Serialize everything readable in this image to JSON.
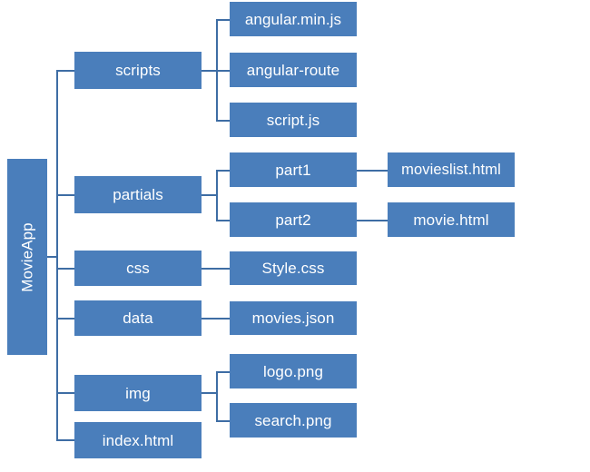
{
  "diagram": {
    "title": "MovieApp folder structure tree",
    "type": "tree",
    "colors": {
      "node_fill": "#4a7ebb",
      "node_text": "#ffffff",
      "connector": "#3e6da4",
      "background": "#ffffff"
    },
    "root": {
      "label": "MovieApp",
      "orientation": "vertical-rotated"
    },
    "level1": [
      {
        "label": "scripts"
      },
      {
        "label": "partials"
      },
      {
        "label": "css"
      },
      {
        "label": "data"
      },
      {
        "label": "img"
      },
      {
        "label": "index.html"
      }
    ],
    "level2": [
      {
        "label": "angular.min.js",
        "parent": "scripts"
      },
      {
        "label": "angular-route",
        "parent": "scripts"
      },
      {
        "label": "script.js",
        "parent": "scripts"
      },
      {
        "label": "part1",
        "parent": "partials"
      },
      {
        "label": "part2",
        "parent": "partials"
      },
      {
        "label": "Style.css",
        "parent": "css"
      },
      {
        "label": "movies.json",
        "parent": "data"
      },
      {
        "label": "logo.png",
        "parent": "img"
      },
      {
        "label": "search.png",
        "parent": "img"
      }
    ],
    "level3": [
      {
        "label": "movieslist.html",
        "parent": "part1"
      },
      {
        "label": "movie.html",
        "parent": "part2"
      }
    ]
  }
}
